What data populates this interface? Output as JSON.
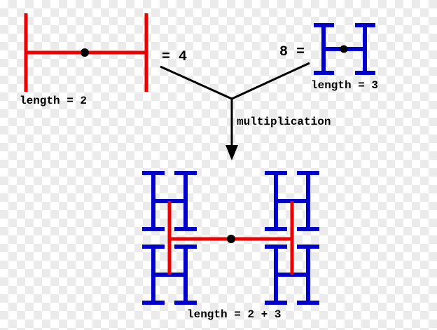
{
  "figure": {
    "left_shape": {
      "label": "length = 2",
      "equation": "= 4"
    },
    "right_shape": {
      "equation": "8 =",
      "label": "length = 3"
    },
    "operation_label": "multiplication",
    "result_shape": {
      "label": "length = 2 + 3"
    }
  },
  "colors": {
    "red": "#ee0000",
    "blue": "#0000cc",
    "black": "#000000",
    "checker_light": "#ffffff",
    "checker_dark": "#ebebeb"
  }
}
